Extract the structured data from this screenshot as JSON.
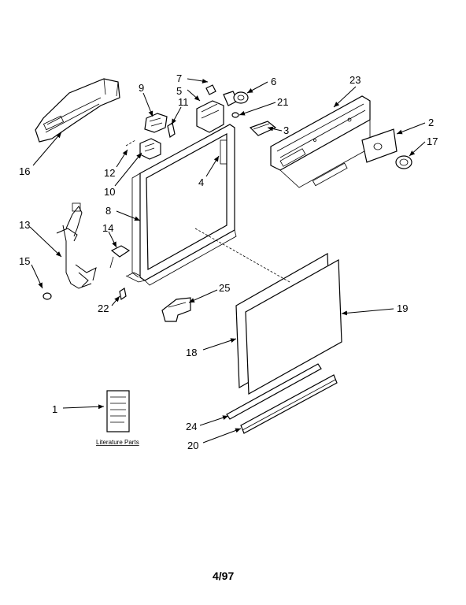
{
  "callouts": {
    "c1": "1",
    "c2": "2",
    "c3": "3",
    "c4": "4",
    "c5": "5",
    "c6": "6",
    "c7": "7",
    "c8": "8",
    "c9": "9",
    "c10": "10",
    "c11": "11",
    "c12": "12",
    "c13": "13",
    "c14": "14",
    "c15": "15",
    "c16": "16",
    "c17": "17",
    "c18": "18",
    "c19": "19",
    "c20": "20",
    "c21": "21",
    "c22": "22",
    "c23": "23",
    "c24": "24",
    "c25": "25"
  },
  "literature_label": "Literature Parts",
  "footer_date": "4/97"
}
